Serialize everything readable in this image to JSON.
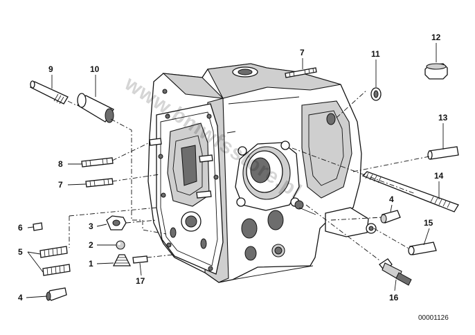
{
  "diagram": {
    "part_labels": {
      "p1": "1",
      "p2": "2",
      "p3": "3",
      "p4a": "4",
      "p4b": "4",
      "p5": "5",
      "p6": "6",
      "p7a": "7",
      "p7b": "7",
      "p8": "8",
      "p9": "9",
      "p10": "10",
      "p11": "11",
      "p12": "12",
      "p13": "13",
      "p14": "14",
      "p15": "15",
      "p16": "16",
      "p17": "17"
    },
    "drawing_number": "00001126",
    "watermark": "www.bmwfsstore.pl"
  }
}
